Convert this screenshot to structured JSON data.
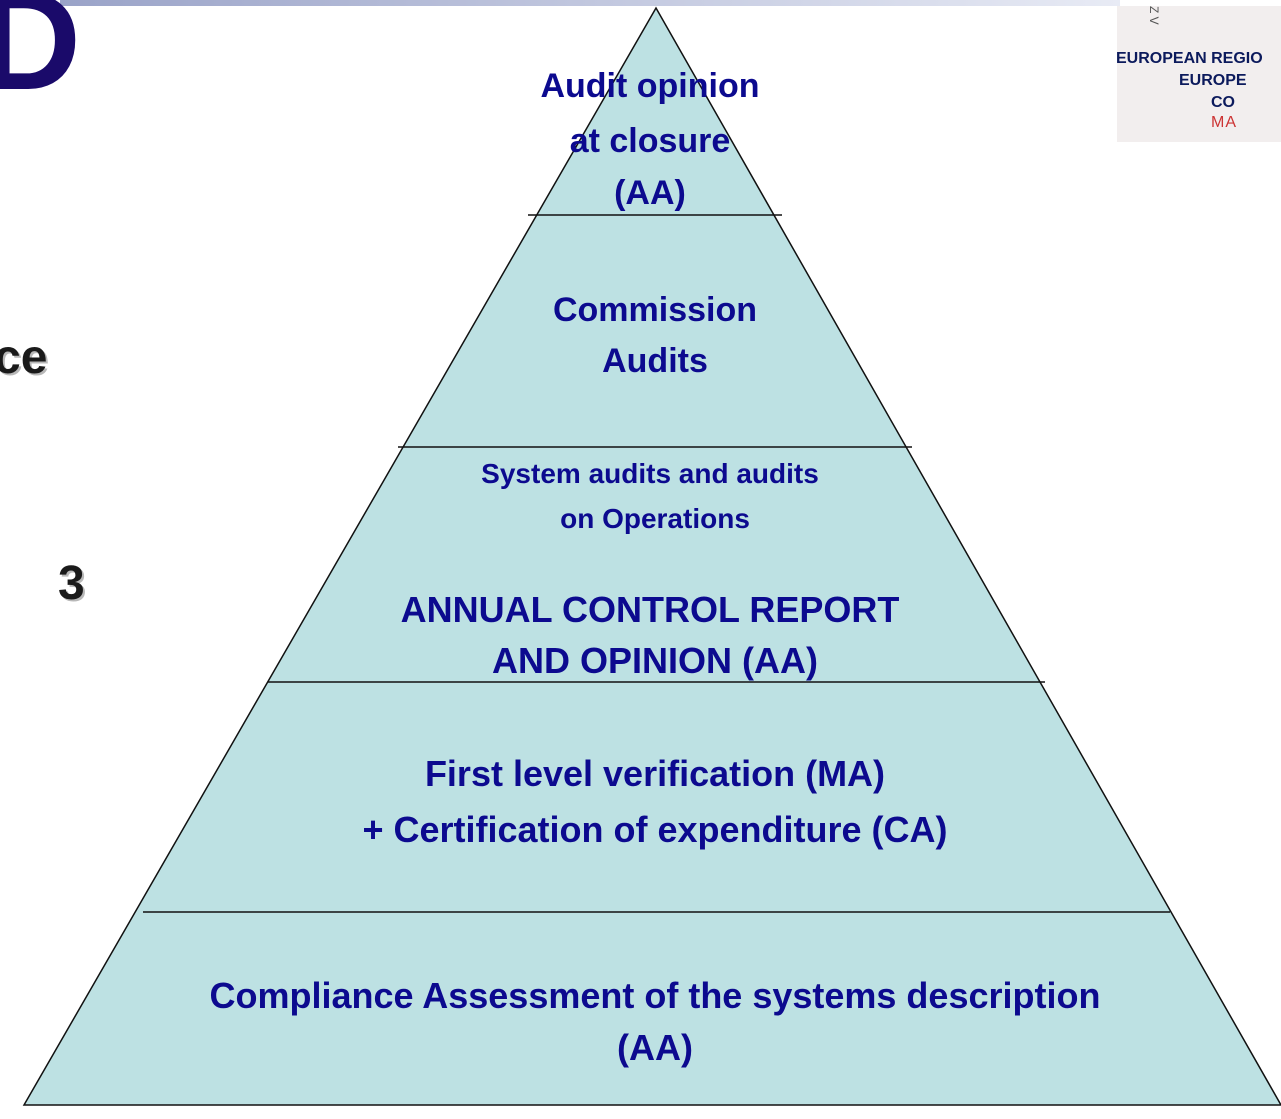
{
  "left_partial": {
    "big_letter": "D",
    "line1": "ce",
    "line2": "3"
  },
  "logo": {
    "top_text": "Z V",
    "line1": "EUROPEAN REGIO",
    "line2": "EUROPE",
    "line3": "CO",
    "line4": "MA"
  },
  "pyramid": {
    "fill_color": "#bde1e3",
    "stroke_color": "#111111",
    "text_color": "#0c0a8f",
    "levels": [
      {
        "lines": [
          "Audit opinion",
          "at closure",
          "(AA)"
        ]
      },
      {
        "lines": [
          "Commission",
          "Audits"
        ]
      },
      {
        "lines": [
          "System audits and audits",
          "on Operations"
        ],
        "extra_lines": [
          "ANNUAL CONTROL REPORT",
          "AND OPINION (AA)"
        ]
      },
      {
        "lines": [
          "First level verification (MA)",
          "+ Certification of expenditure (CA)"
        ]
      },
      {
        "lines": [
          "Compliance Assessment of the systems description",
          "(AA)"
        ]
      }
    ]
  }
}
